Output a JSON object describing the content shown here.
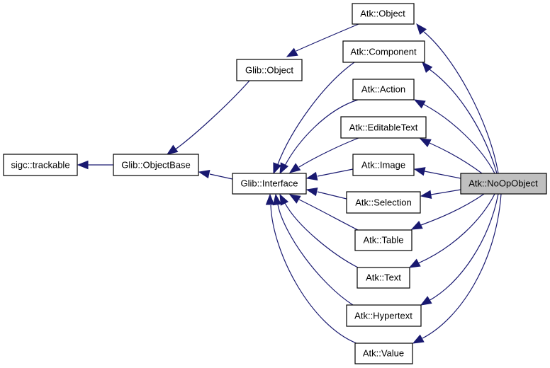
{
  "diagram": {
    "type": "inheritance-graph",
    "current_class": "Atk::NoOpObject",
    "colors": {
      "edge": "#191970",
      "current_node_fill": "#bfbfbf",
      "node_fill": "#ffffff",
      "node_border": "#000000"
    },
    "nodes": [
      {
        "id": "sigc_trackable",
        "label": "sigc::trackable"
      },
      {
        "id": "glib_objectbase",
        "label": "Glib::ObjectBase"
      },
      {
        "id": "glib_object",
        "label": "Glib::Object"
      },
      {
        "id": "glib_interface",
        "label": "Glib::Interface"
      },
      {
        "id": "atk_object",
        "label": "Atk::Object"
      },
      {
        "id": "atk_component",
        "label": "Atk::Component"
      },
      {
        "id": "atk_action",
        "label": "Atk::Action"
      },
      {
        "id": "atk_editabletext",
        "label": "Atk::EditableText"
      },
      {
        "id": "atk_image",
        "label": "Atk::Image"
      },
      {
        "id": "atk_selection",
        "label": "Atk::Selection"
      },
      {
        "id": "atk_table",
        "label": "Atk::Table"
      },
      {
        "id": "atk_text",
        "label": "Atk::Text"
      },
      {
        "id": "atk_hypertext",
        "label": "Atk::Hypertext"
      },
      {
        "id": "atk_value",
        "label": "Atk::Value"
      },
      {
        "id": "atk_noopobject",
        "label": "Atk::NoOpObject",
        "current": true
      }
    ],
    "edges": [
      {
        "from": "glib_objectbase",
        "to": "sigc_trackable"
      },
      {
        "from": "glib_object",
        "to": "glib_objectbase"
      },
      {
        "from": "glib_interface",
        "to": "glib_objectbase"
      },
      {
        "from": "atk_object",
        "to": "glib_object"
      },
      {
        "from": "atk_component",
        "to": "glib_interface"
      },
      {
        "from": "atk_action",
        "to": "glib_interface"
      },
      {
        "from": "atk_editabletext",
        "to": "glib_interface"
      },
      {
        "from": "atk_image",
        "to": "glib_interface"
      },
      {
        "from": "atk_selection",
        "to": "glib_interface"
      },
      {
        "from": "atk_table",
        "to": "glib_interface"
      },
      {
        "from": "atk_text",
        "to": "glib_interface"
      },
      {
        "from": "atk_hypertext",
        "to": "glib_interface"
      },
      {
        "from": "atk_value",
        "to": "glib_interface"
      },
      {
        "from": "atk_noopobject",
        "to": "atk_object"
      },
      {
        "from": "atk_noopobject",
        "to": "atk_component"
      },
      {
        "from": "atk_noopobject",
        "to": "atk_action"
      },
      {
        "from": "atk_noopobject",
        "to": "atk_editabletext"
      },
      {
        "from": "atk_noopobject",
        "to": "atk_image"
      },
      {
        "from": "atk_noopobject",
        "to": "atk_selection"
      },
      {
        "from": "atk_noopobject",
        "to": "atk_table"
      },
      {
        "from": "atk_noopobject",
        "to": "atk_text"
      },
      {
        "from": "atk_noopobject",
        "to": "atk_hypertext"
      },
      {
        "from": "atk_noopobject",
        "to": "atk_value"
      }
    ]
  }
}
